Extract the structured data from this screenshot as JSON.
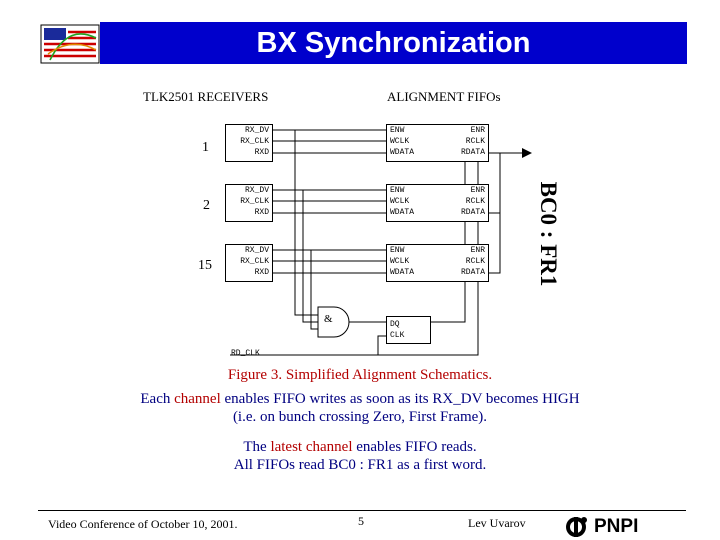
{
  "header": {
    "title": "BX Synchronization",
    "logo_icon": "conference-logo-icon"
  },
  "diagram": {
    "receivers_label": "TLK2501 RECEIVERS",
    "fifos_label": "ALIGNMENT FIFOs",
    "channels": [
      {
        "number": "1",
        "rx_lines": [
          "RX_DV",
          "RX_CLK",
          "RXD"
        ],
        "fifo_left": [
          "ENW",
          "WCLK",
          "WDATA"
        ],
        "fifo_right": [
          "ENR",
          "RCLK",
          "RDATA"
        ]
      },
      {
        "number": "2",
        "rx_lines": [
          "RX_DV",
          "RX_CLK",
          "RXD"
        ],
        "fifo_left": [
          "ENW",
          "WCLK",
          "WDATA"
        ],
        "fifo_right": [
          "ENR",
          "RCLK",
          "RDATA"
        ]
      },
      {
        "number": "15",
        "rx_lines": [
          "RX_DV",
          "RX_CLK",
          "RXD"
        ],
        "fifo_left": [
          "ENW",
          "WCLK",
          "WDATA"
        ],
        "fifo_right": [
          "ENR",
          "RCLK",
          "RDATA"
        ]
      }
    ],
    "and_gate_label": "&",
    "dff_lines": [
      "DQ",
      "CLK"
    ],
    "rd_clk_label": "RD_CLK",
    "output_label": "BC0 : FR1"
  },
  "caption": {
    "figure": "Figure 3. Simplified Alignment Schematics.",
    "line2_a": "Each ",
    "line2_red": "channel",
    "line2_b": " enables FIFO writes as soon as its RX_DV becomes HIGH",
    "line3": "(i.e. on bunch crossing Zero, First Frame).",
    "line4_a": "The ",
    "line4_red": "latest channel",
    "line4_b": " enables FIFO reads.",
    "line5": "All FIFOs read BC0 : FR1 as a first word."
  },
  "footer": {
    "left": "Video Conference of October 10, 2001.",
    "page": "5",
    "author": "Lev Uvarov",
    "org": "PNPI",
    "org_icon": "pnpi-logo-icon"
  },
  "colors": {
    "banner": "#0000cc",
    "highlight": "#b30000",
    "caption": "#000080"
  }
}
